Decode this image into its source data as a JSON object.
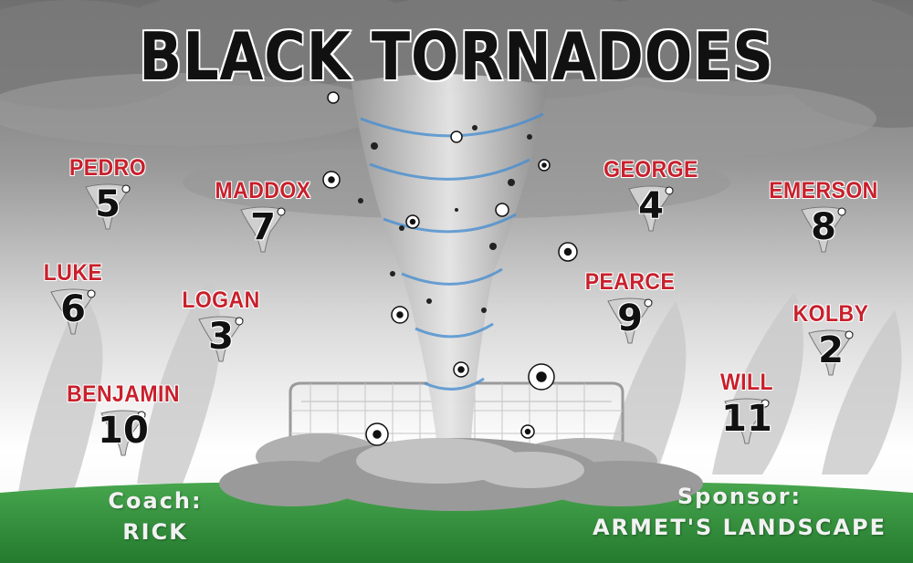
{
  "title": "BLACK TORNADOES",
  "players": [
    {
      "name": "PEDRO",
      "number": "5"
    },
    {
      "name": "MADDOX",
      "number": "7"
    },
    {
      "name": "LUKE",
      "number": "6"
    },
    {
      "name": "LOGAN",
      "number": "3"
    },
    {
      "name": "BENJAMIN",
      "number": "10"
    },
    {
      "name": "GEORGE",
      "number": "4"
    },
    {
      "name": "EMERSON",
      "number": "8"
    },
    {
      "name": "PEARCE",
      "number": "9"
    },
    {
      "name": "KOLBY",
      "number": "2"
    },
    {
      "name": "WILL",
      "number": "11"
    }
  ],
  "coach": {
    "label": "Coach:",
    "name": "RICK"
  },
  "sponsor": {
    "label": "Sponsor:",
    "name": "ARMET'S LANDSCAPE"
  },
  "colors": {
    "name_red": "#c8202c",
    "title_black": "#111111",
    "grass_green": "#2f8f3a",
    "sky_gray": "#8a8a8a"
  },
  "icons": [
    "tornado-icon",
    "soccer-ball-icon",
    "soccer-goal-icon"
  ]
}
